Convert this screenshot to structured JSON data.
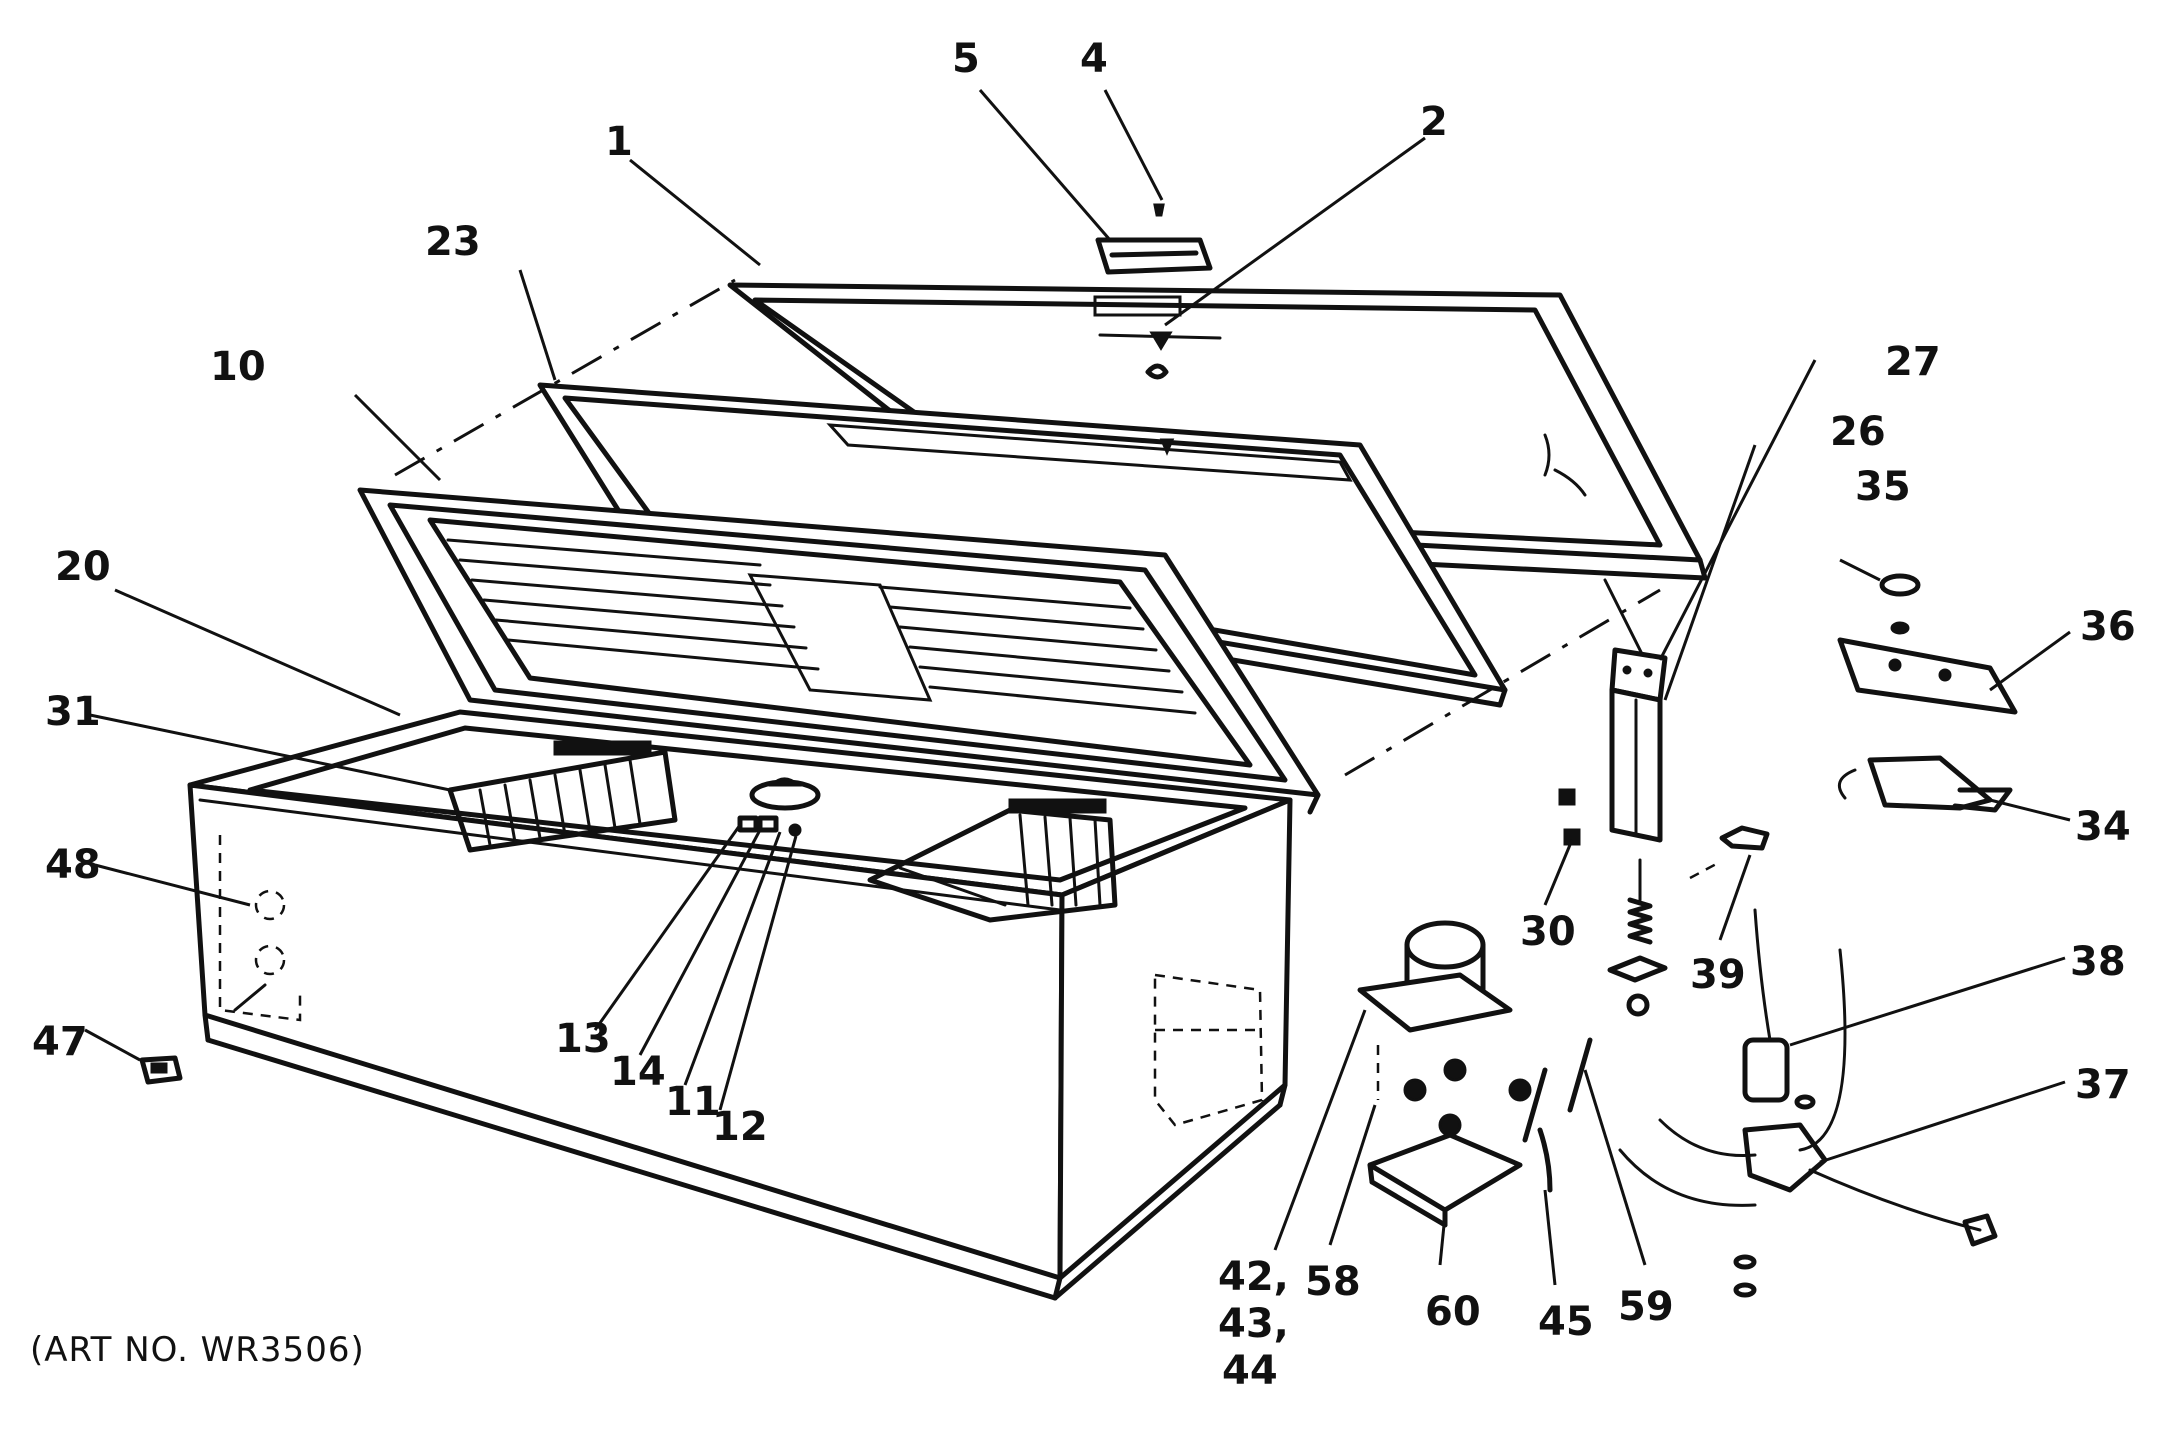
{
  "diagram": {
    "caption": "(ART NO. WR3506)",
    "callouts": [
      {
        "id": "c1",
        "label": "1"
      },
      {
        "id": "c2",
        "label": "2"
      },
      {
        "id": "c4",
        "label": "4"
      },
      {
        "id": "c5",
        "label": "5"
      },
      {
        "id": "c10",
        "label": "10"
      },
      {
        "id": "c11",
        "label": "11"
      },
      {
        "id": "c12",
        "label": "12"
      },
      {
        "id": "c13",
        "label": "13"
      },
      {
        "id": "c14",
        "label": "14"
      },
      {
        "id": "c20",
        "label": "20"
      },
      {
        "id": "c23",
        "label": "23"
      },
      {
        "id": "c26",
        "label": "26"
      },
      {
        "id": "c27",
        "label": "27"
      },
      {
        "id": "c30",
        "label": "30"
      },
      {
        "id": "c31",
        "label": "31"
      },
      {
        "id": "c34",
        "label": "34"
      },
      {
        "id": "c35",
        "label": "35"
      },
      {
        "id": "c36",
        "label": "36"
      },
      {
        "id": "c37",
        "label": "37"
      },
      {
        "id": "c38",
        "label": "38"
      },
      {
        "id": "c39",
        "label": "39"
      },
      {
        "id": "c42a",
        "label": "42,"
      },
      {
        "id": "c42b",
        "label": "43,"
      },
      {
        "id": "c42c",
        "label": "44"
      },
      {
        "id": "c45",
        "label": "45"
      },
      {
        "id": "c47",
        "label": "47"
      },
      {
        "id": "c48",
        "label": "48"
      },
      {
        "id": "c58",
        "label": "58"
      },
      {
        "id": "c59",
        "label": "59"
      },
      {
        "id": "c60",
        "label": "60"
      }
    ]
  }
}
